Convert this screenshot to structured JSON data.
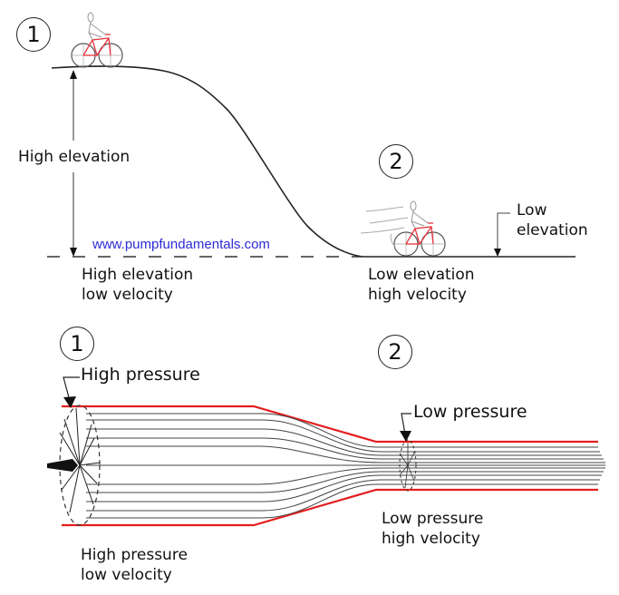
{
  "top_diagram": {
    "marker_1": "1",
    "marker_2": "2",
    "label_high_elevation": "High elevation",
    "label_low_elevation_line1": "Low",
    "label_low_elevation_line2": "elevation",
    "caption_1_line1": "High elevation",
    "caption_1_line2": "low velocity",
    "caption_2_line1": "Low elevation",
    "caption_2_line2": "high velocity",
    "website": "www.pumpfundamentals.com"
  },
  "bottom_diagram": {
    "marker_1": "1",
    "marker_2": "2",
    "label_high_pressure": "High pressure",
    "label_low_pressure": "Low pressure",
    "caption_1_line1": "High pressure",
    "caption_1_line2": "low velocity",
    "caption_2_line1": "Low pressure",
    "caption_2_line2": "high velocity"
  },
  "colors": {
    "pipe_wall": "#e41e1e",
    "bicycle_frame": "#e8323c",
    "website_link": "#2b2bd6",
    "line": "#222222"
  }
}
